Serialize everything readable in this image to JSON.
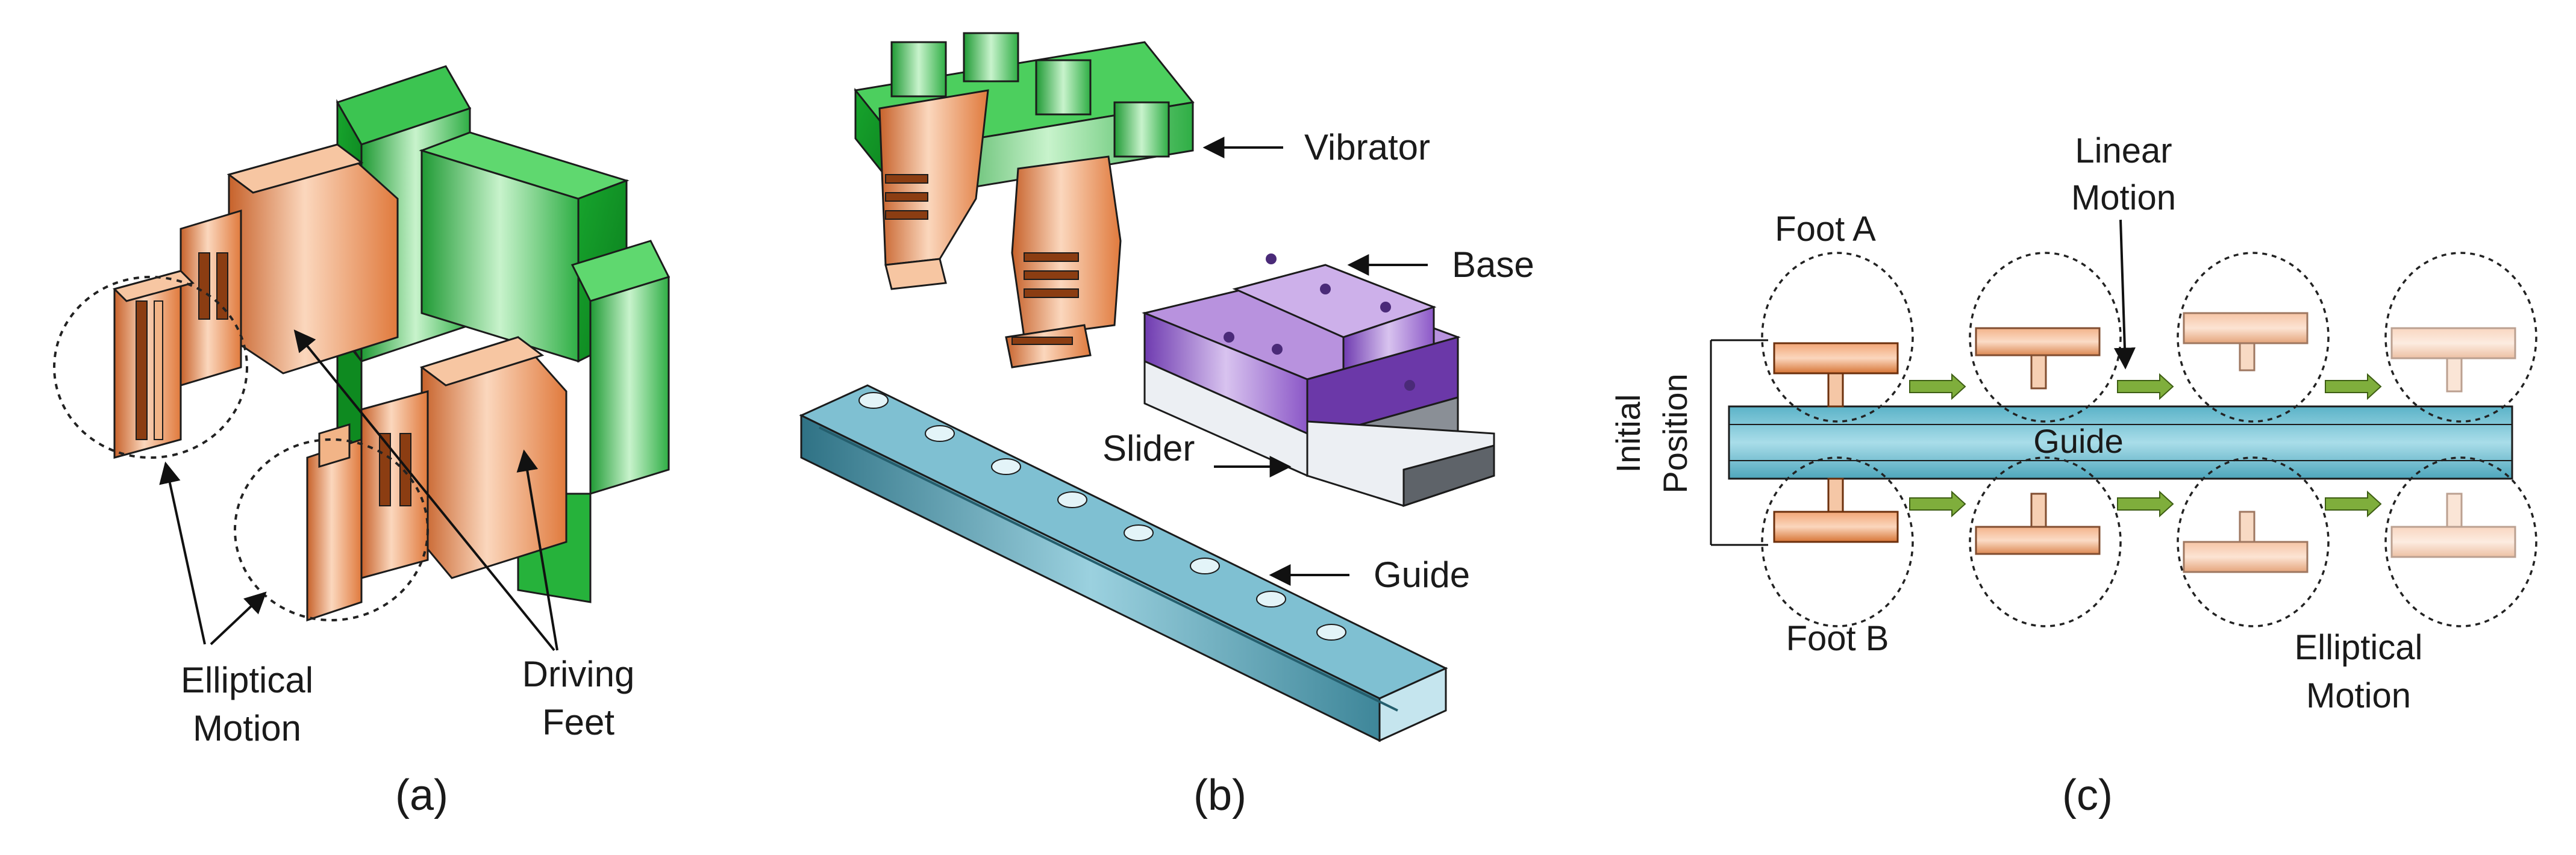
{
  "panel_a": {
    "caption": "(a)",
    "labels": {
      "elliptical_line1": "Elliptical",
      "elliptical_line2": "Motion",
      "driving_line1": "Driving",
      "driving_line2": "Feet"
    }
  },
  "panel_b": {
    "caption": "(b)",
    "labels": {
      "vibrator": "Vibrator",
      "base": "Base",
      "slider": "Slider",
      "guide": "Guide"
    }
  },
  "panel_c": {
    "caption": "(c)",
    "labels": {
      "foot_a": "Foot A",
      "foot_b": "Foot B",
      "linear_line1": "Linear",
      "linear_line2": "Motion",
      "elliptical_line1": "Elliptical",
      "elliptical_line2": "Motion",
      "initial_line1": "Initial",
      "initial_line2": "Position",
      "guide": "Guide"
    }
  },
  "colors": {
    "copper": "#e58a4e",
    "green": "#39b24a",
    "purple": "#8a55c4",
    "steel_blue": "#4f97aa",
    "guide_bar": "#72c3d6"
  }
}
